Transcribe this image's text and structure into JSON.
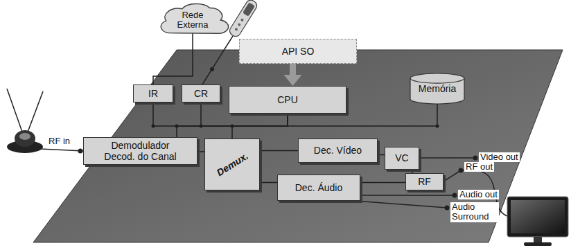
{
  "diagram": {
    "nodes": [
      {
        "text": [
          "Rede Externa"
        ]
      },
      {
        "text": [
          "API SO"
        ]
      },
      {
        "text": [
          "IR"
        ]
      },
      {
        "text": [
          "CR"
        ]
      },
      {
        "text": [
          "CPU"
        ]
      },
      {
        "text": [
          "Memória"
        ]
      },
      {
        "text": [
          "Demodulador Decod. do Canal"
        ]
      },
      {
        "text": [
          "Demux."
        ]
      },
      {
        "text": [
          "Dec. Vídeo"
        ]
      },
      {
        "text": [
          "VC"
        ]
      },
      {
        "text": [
          "RF"
        ]
      },
      {
        "text": [
          "Dec. Áudio"
        ]
      }
    ],
    "edges": [
      {
        "from": 0,
        "to": 2,
        "arrow": "none"
      },
      {
        "from": 1,
        "to": 4,
        "arrow": "to"
      },
      {
        "from": 4,
        "to": 2,
        "arrow": "none"
      },
      {
        "from": 4,
        "to": 3,
        "arrow": "none"
      },
      {
        "from": 4,
        "to": 5,
        "arrow": "none"
      },
      {
        "from": 4,
        "to": 6,
        "arrow": "none"
      },
      {
        "from": 4,
        "to": 7,
        "arrow": "none"
      },
      {
        "from": 6,
        "to": 7,
        "arrow": "none"
      },
      {
        "from": 7,
        "to": 8,
        "arrow": "none"
      },
      {
        "from": 7,
        "to": 11,
        "arrow": "none"
      },
      {
        "from": 8,
        "to": 9,
        "arrow": "none"
      },
      {
        "from": 9,
        "to": 10,
        "arrow": "none"
      },
      {
        "from": 11,
        "to": 10,
        "arrow": "none"
      }
    ],
    "labels": [
      "RF in",
      "Video out",
      "RF out",
      "Audio out",
      "Audio Surround"
    ]
  }
}
